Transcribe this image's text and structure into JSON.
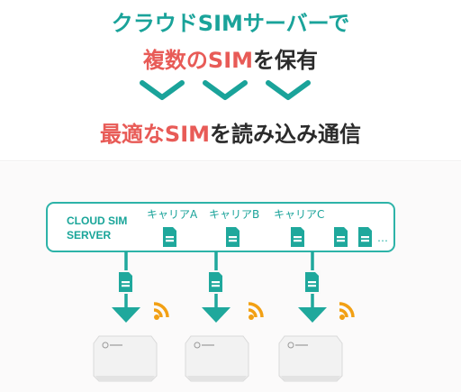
{
  "headline": {
    "line1": "クラウドSIMサーバーで",
    "line2_highlight": "複数のSIM",
    "line2_rest": "を保有",
    "line3_highlight": "最適なSIM",
    "line3_rest": "を読み込み通信"
  },
  "server": {
    "label_line1": "CLOUD SIM",
    "label_line2": "SERVER",
    "carriers": [
      "キャリアA",
      "キャリアB",
      "キャリアC"
    ],
    "more": "…"
  },
  "colors": {
    "teal": "#1aa39a",
    "highlight_red": "#e85b57",
    "wifi_orange": "#f2a014",
    "device_white": "#f3f3f3"
  }
}
